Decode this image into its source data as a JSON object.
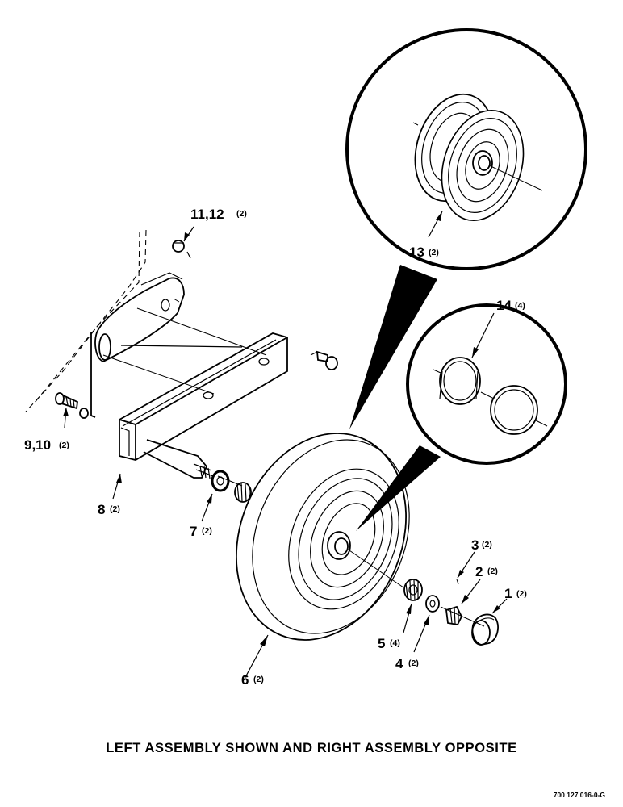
{
  "callouts": [
    {
      "id": "c1",
      "number": "1",
      "qty": "(2)"
    },
    {
      "id": "c2",
      "number": "2",
      "qty": "(2)"
    },
    {
      "id": "c3",
      "number": "3",
      "qty": "(2)"
    },
    {
      "id": "c4",
      "number": "4",
      "qty": "(2)"
    },
    {
      "id": "c5",
      "number": "5",
      "qty": "(4)"
    },
    {
      "id": "c6",
      "number": "6",
      "qty": "(2)"
    },
    {
      "id": "c7",
      "number": "7",
      "qty": "(2)"
    },
    {
      "id": "c8",
      "number": "8",
      "qty": "(2)"
    },
    {
      "id": "c9",
      "number": "9,10",
      "qty": "(2)"
    },
    {
      "id": "c11",
      "number": "11,12",
      "qty": "(2)"
    },
    {
      "id": "c13",
      "number": "13",
      "qty": "(2)"
    },
    {
      "id": "c14",
      "number": "14",
      "qty": "(4)"
    }
  ],
  "caption": "LEFT ASSEMBLY SHOWN AND RIGHT ASSEMBLY OPPOSITE",
  "drawing_number": "700 127 016-0-G"
}
